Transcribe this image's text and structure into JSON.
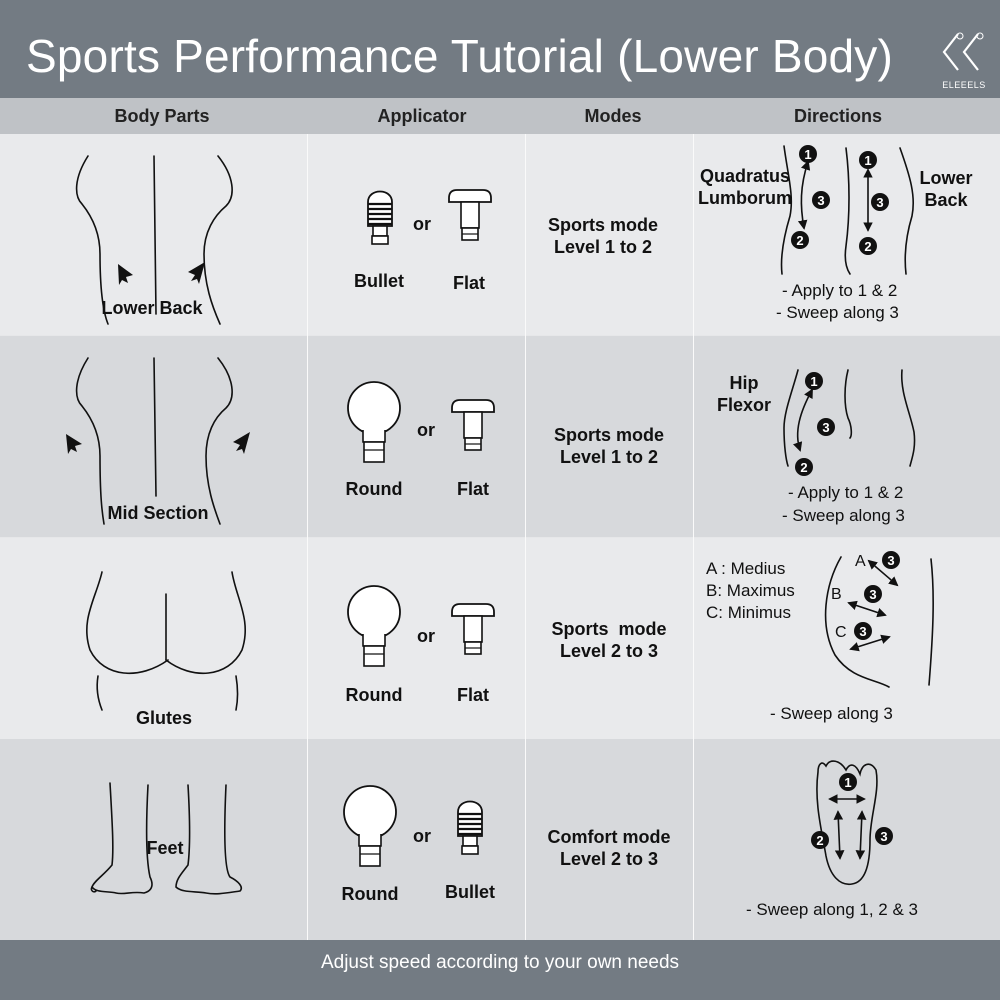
{
  "header": {
    "title": "Sports Performance Tutorial (Lower Body)",
    "logo_text": "ELEEELS"
  },
  "columns": [
    "Body Parts",
    "Applicator",
    "Modes",
    "Directions"
  ],
  "rows": [
    {
      "body_part": "Lower Back",
      "applicator_left": "Bullet",
      "connector": "or",
      "applicator_right": "Flat",
      "mode_line1": "Sports mode",
      "mode_line2": "Level 1 to 2",
      "dir_label_left": "Quadratus Lumborum",
      "dir_label_left_1": "Quadratus",
      "dir_label_left_2": "Lumborum",
      "dir_label_right_1": "Lower",
      "dir_label_right_2": "Back",
      "note1": "- Apply to 1 & 2",
      "note2": "- Sweep along 3"
    },
    {
      "body_part": "Mid Section",
      "applicator_left": "Round",
      "connector": "or",
      "applicator_right": "Flat",
      "mode_line1": "Sports mode",
      "mode_line2": "Level 1 to 2",
      "dir_label_1": "Hip",
      "dir_label_2": "Flexor",
      "note1": "- Apply to 1 & 2",
      "note2": "- Sweep along 3"
    },
    {
      "body_part": "Glutes",
      "applicator_left": "Round",
      "connector": "or",
      "applicator_right": "Flat",
      "mode_line1": "Sports  mode",
      "mode_line2": "Level 2 to 3",
      "legend": [
        "A : Medius",
        "B: Maximus",
        "C: Minimus"
      ],
      "markers": [
        "A",
        "B",
        "C"
      ],
      "note1": "- Sweep along 3"
    },
    {
      "body_part": "Feet",
      "applicator_left": "Round",
      "connector": "or",
      "applicator_right": "Bullet",
      "mode_line1": "Comfort mode",
      "mode_line2": "Level 2 to 3",
      "note1": "- Sweep along 1, 2 & 3"
    }
  ],
  "step_numbers": [
    "1",
    "2",
    "3"
  ],
  "footer": {
    "text": "Adjust speed according to your own needs"
  },
  "colors": {
    "header_bg": "#737b83",
    "column_header_bg": "#bfc2c6",
    "row_light": "#e9eaec",
    "row_dark": "#d7d9dc"
  },
  "icons": [
    "logo-icon",
    "bullet-applicator-icon",
    "flat-applicator-icon",
    "round-applicator-icon"
  ]
}
